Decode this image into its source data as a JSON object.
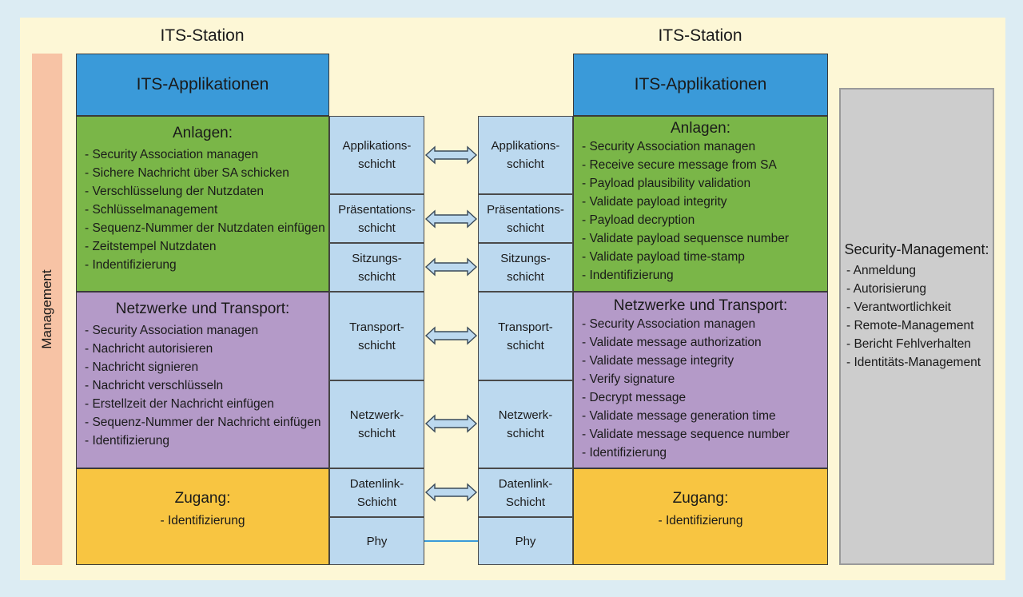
{
  "left_station": {
    "title": "ITS-Station",
    "app_title": "ITS-Applikationen",
    "anlagen_title": "Anlagen:",
    "anlagen_items": [
      "- Security Association managen",
      "- Sichere Nachricht über SA schicken",
      "- Verschlüsselung der Nutzdaten",
      "- Schlüsselmanagement",
      "- Sequenz-Nummer der Nutzdaten einfügen",
      "- Zeitstempel Nutzdaten",
      "- Indentifizierung"
    ],
    "netz_title": "Netzwerke und Transport:",
    "netz_items": [
      "- Security Association managen",
      "- Nachricht autorisieren",
      "- Nachricht signieren",
      "- Nachricht verschlüsseln",
      "- Erstellzeit der Nachricht einfügen",
      "- Sequenz-Nummer der Nachricht einfügen",
      "- Identifizierung"
    ],
    "zugang_title": "Zugang:",
    "zugang_item": "- Identifizierung"
  },
  "right_station": {
    "title": "ITS-Station",
    "app_title": "ITS-Applikationen",
    "anlagen_title": "Anlagen:",
    "anlagen_items": [
      "- Security Association managen",
      "- Receive secure message from SA",
      "- Payload plausibility validation",
      "- Validate payload integrity",
      "- Payload decryption",
      "- Validate payload sequensce number",
      "- Validate payload time-stamp",
      "- Indentifizierung"
    ],
    "netz_title": "Netzwerke und Transport:",
    "netz_items": [
      "- Security Association managen",
      "- Validate message authorization",
      "- Validate message integrity",
      "- Verify signature",
      "- Decrypt message",
      "- Validate message generation time",
      "- Validate message sequence number",
      "- Identifizierung"
    ],
    "zugang_title": "Zugang:",
    "zugang_item": "- Identifizierung"
  },
  "layers": {
    "app": [
      "Applikations-",
      "schicht"
    ],
    "pres": [
      "Präsentations-",
      "schicht"
    ],
    "sess": [
      "Sitzungs-",
      "schicht"
    ],
    "trans": [
      "Transport-",
      "schicht"
    ],
    "net": [
      "Netzwerk-",
      "schicht"
    ],
    "data": [
      "Datenlink-",
      "Schicht"
    ],
    "phy": [
      "Phy"
    ]
  },
  "management": {
    "label": "Management"
  },
  "security_management": {
    "title": "Security-Management:",
    "items": [
      "- Anmeldung",
      "- Autorisierung",
      "- Verantwortlichkeit",
      "- Remote-Management",
      "- Bericht Fehlverhalten",
      "- Identitäts-Management"
    ]
  },
  "colors": {
    "background": "#dcecf3",
    "panel": "#fdf7d6",
    "applications": "#3a9ad9",
    "facilities": "#7ab648",
    "networking": "#b49ac8",
    "access": "#f8c541",
    "layers": "#bcd9ef",
    "management": "#f7c3a5",
    "security_management": "#cdcdcd"
  }
}
